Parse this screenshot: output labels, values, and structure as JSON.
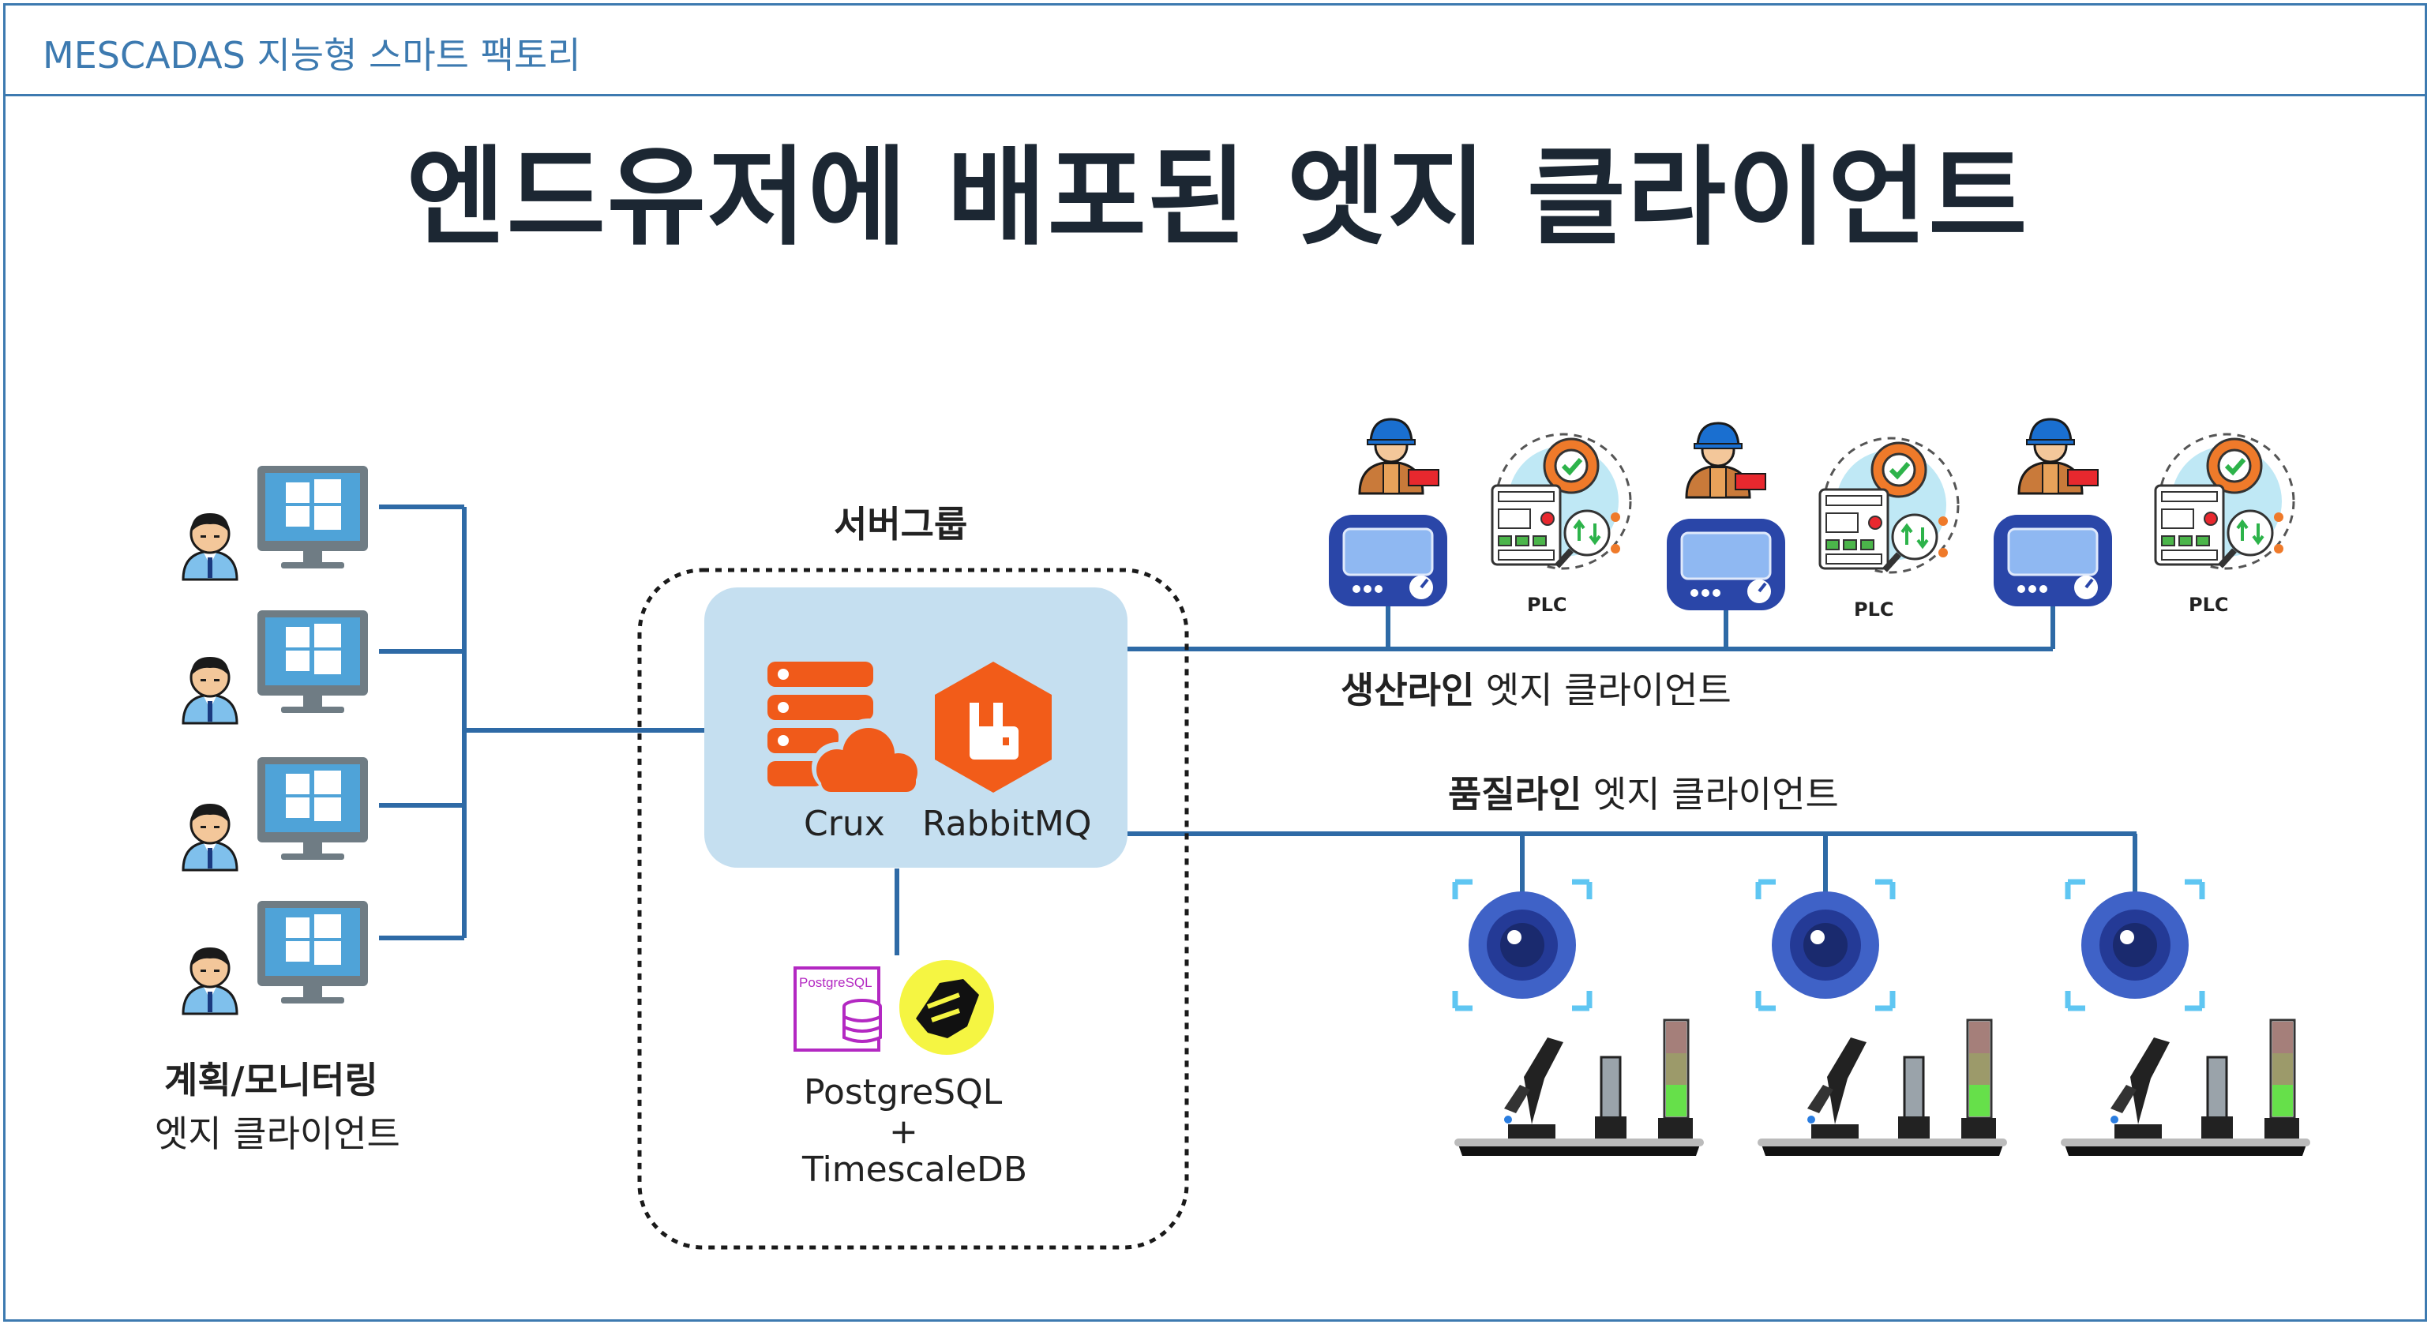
{
  "header": {
    "title": "MESCADAS 지능형 스마트 팩토리"
  },
  "main_title": "엔드유저에 배포된 엣지 클라이언트",
  "server_group": {
    "label": "서버그룹",
    "crux_label": "Crux",
    "rabbitmq_label": "RabbitMQ",
    "postgres_badge": "PostgreSQL",
    "db_line1": "PostgreSQL",
    "db_line2": "+",
    "db_line3": "TimescaleDB"
  },
  "planning_client": {
    "title": "계획/모니터링",
    "subtitle": "엣지 클라이언트"
  },
  "production_client": {
    "title_bold": "생산라인",
    "title_rest": " 엣지 클라이언트",
    "plc_labels": [
      "PLC",
      "PLC",
      "PLC"
    ]
  },
  "quality_client": {
    "title_bold": "품질라인",
    "title_rest": " 엣지 클라이언트"
  },
  "colors": {
    "accent": "#3d7ab0",
    "title": "#1c2733",
    "server_box": "#c5dff0",
    "crux_orange": "#f05a1a",
    "rabbit_orange": "#f25c19",
    "camera_blue": "#3f62c7"
  }
}
